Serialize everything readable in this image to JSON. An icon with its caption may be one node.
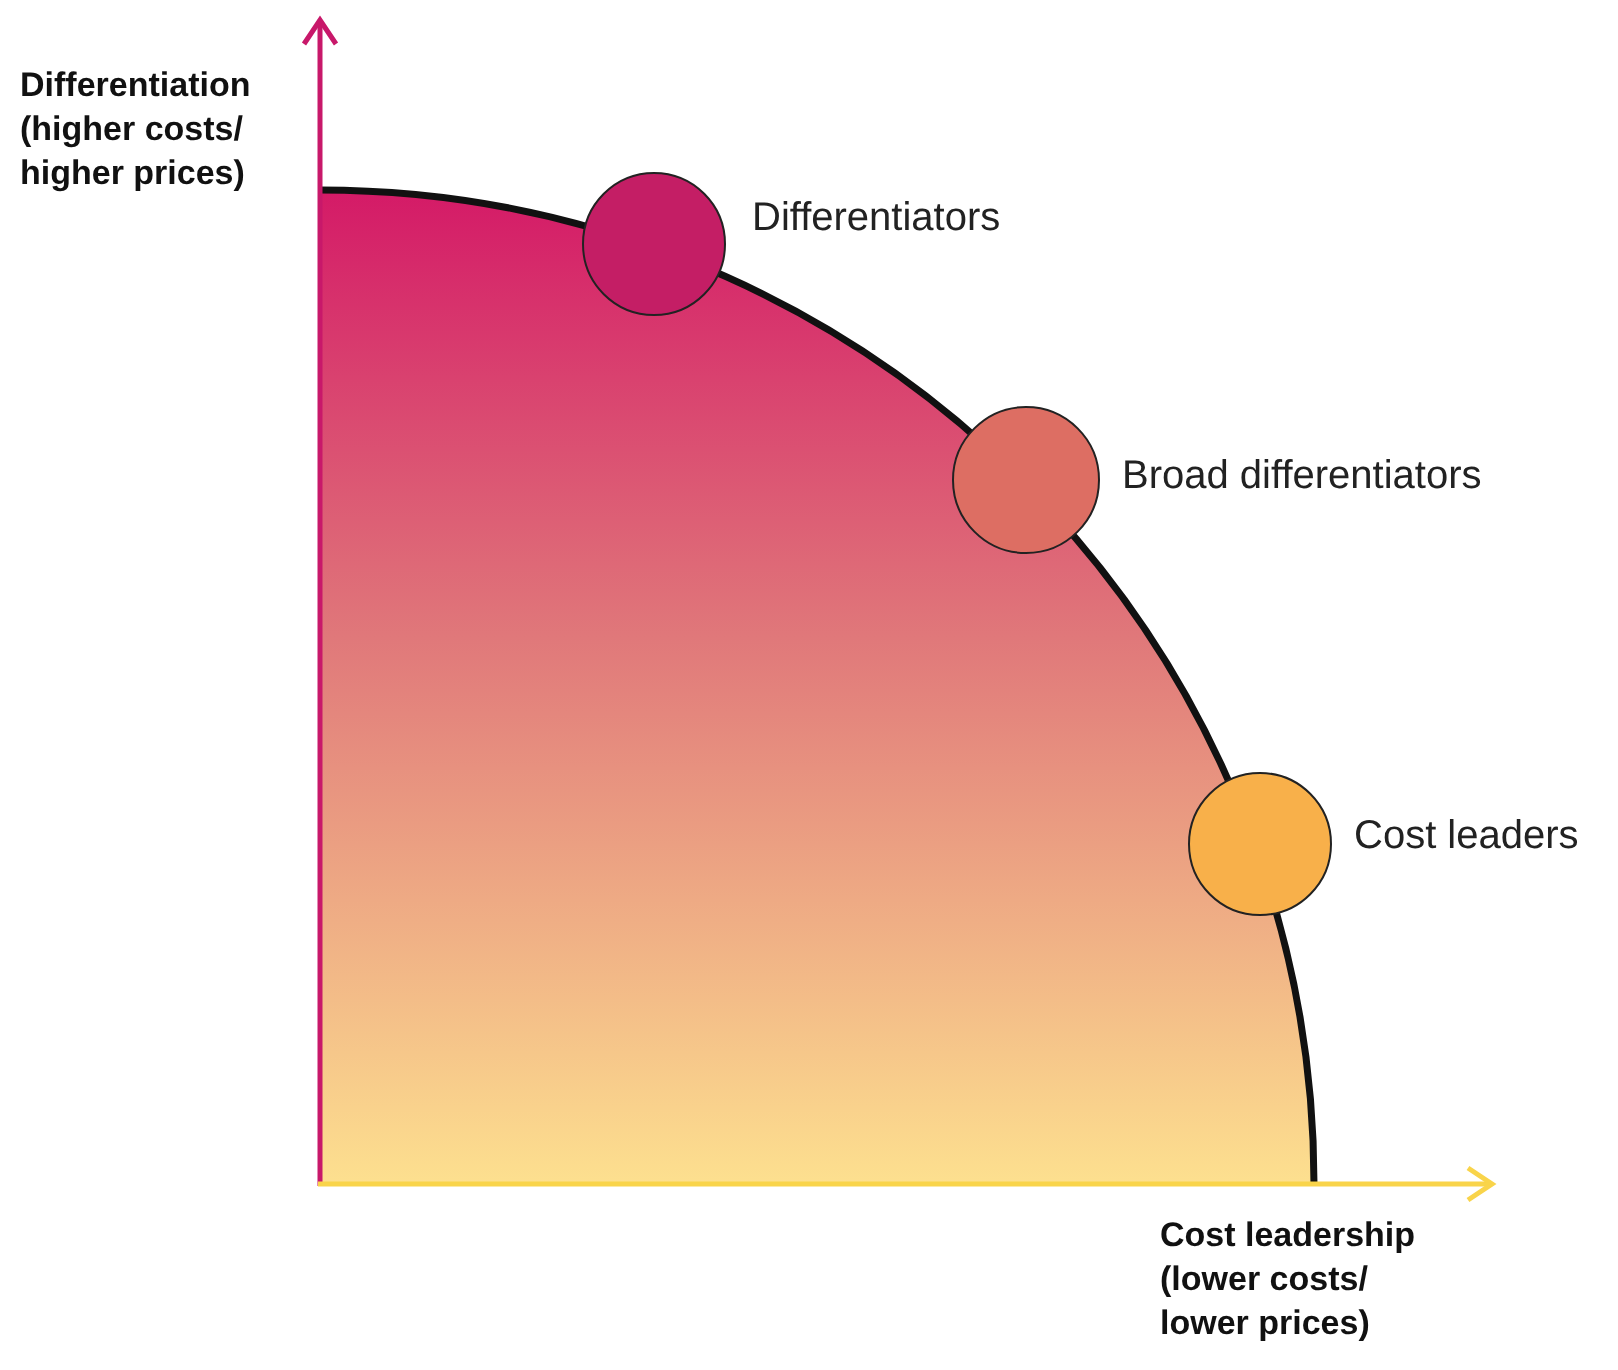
{
  "diagram": {
    "nodes": [
      {
        "text": [],
        "shape": "circle",
        "beside": [
          "Differentiators"
        ]
      },
      {
        "text": [],
        "shape": "circle",
        "beside": [
          "Broad differentiators"
        ]
      },
      {
        "text": [],
        "shape": "circle",
        "beside": [
          "Cost leaders"
        ]
      }
    ],
    "edges": [],
    "labels": [
      "Differentiation (higher costs/ higher prices)",
      "Cost leadership (lower costs/ lower prices)"
    ]
  }
}
